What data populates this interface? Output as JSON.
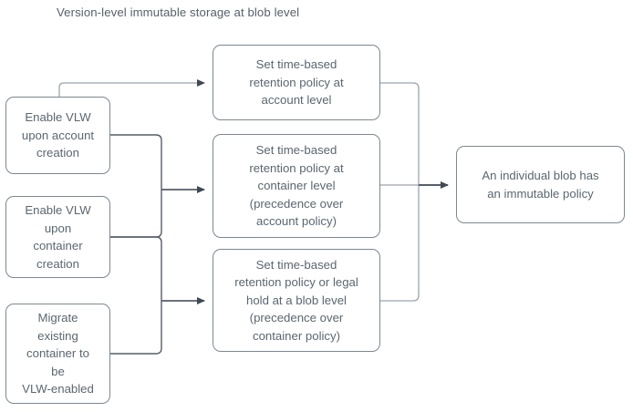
{
  "diagram": {
    "title": "Version-level immutable storage at blob level",
    "type": "flowchart",
    "colors": {
      "node_border": "#7b8794",
      "node_fill": "#ffffff",
      "text": "#5b6670",
      "edge_dark": "#3f4853",
      "edge_light": "#9aa3ad",
      "background": "#ffffff"
    },
    "nodes": [
      {
        "id": "enable-vlw-account",
        "label": "Enable VLW\nupon account\ncreation",
        "column": "triggers"
      },
      {
        "id": "enable-vlw-container",
        "label": "Enable VLW\nupon\ncontainer\ncreation",
        "column": "triggers"
      },
      {
        "id": "migrate-container",
        "label": "Migrate\nexisting\ncontainer to\nbe\nVLW-enabled",
        "column": "triggers"
      },
      {
        "id": "account-level-policy",
        "label": "Set time-based\nretention policy at\naccount level",
        "column": "policies"
      },
      {
        "id": "container-level-policy",
        "label": "Set time-based\nretention policy at\ncontainer level\n(precedence over\naccount policy)",
        "column": "policies"
      },
      {
        "id": "blob-level-policy",
        "label": "Set time-based\nretention policy or legal\nhold at a blob level\n(precedence over\ncontainer policy)",
        "column": "policies"
      },
      {
        "id": "immutable-outcome",
        "label": "An individual blob has\nan immutable policy",
        "column": "outcome"
      }
    ],
    "edges": [
      {
        "from": "enable-vlw-account",
        "to": "account-level-policy"
      },
      {
        "from": "enable-vlw-account",
        "to": "container-level-policy"
      },
      {
        "from": "enable-vlw-container",
        "to": "container-level-policy"
      },
      {
        "from": "enable-vlw-container",
        "to": "blob-level-policy"
      },
      {
        "from": "migrate-container",
        "to": "blob-level-policy"
      },
      {
        "from": "account-level-policy",
        "to": "immutable-outcome"
      },
      {
        "from": "container-level-policy",
        "to": "immutable-outcome"
      },
      {
        "from": "blob-level-policy",
        "to": "immutable-outcome"
      }
    ]
  }
}
